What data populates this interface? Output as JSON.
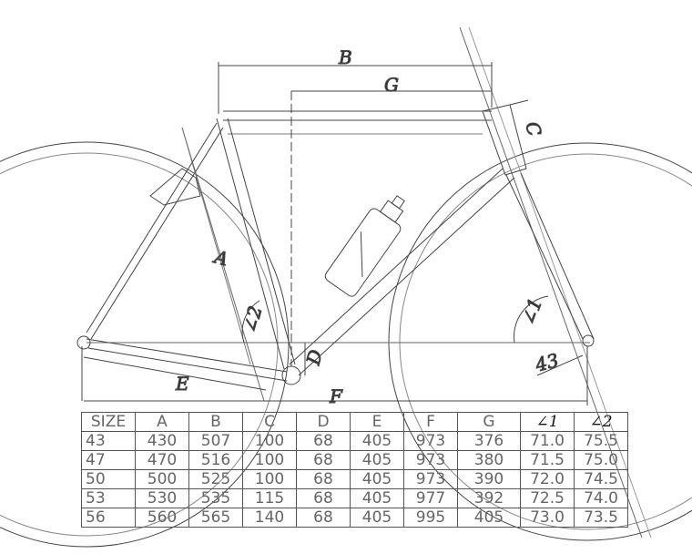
{
  "drawing_labels": {
    "A": "A",
    "B": "B",
    "C": "C",
    "D": "D",
    "E": "E",
    "F": "F",
    "G": "G",
    "angle1": "∠1",
    "angle2": "∠2",
    "fork_offset": "43"
  },
  "table": {
    "headers": [
      "SIZE",
      "A",
      "B",
      "C",
      "D",
      "E",
      "F",
      "G",
      "∠1",
      "∠2"
    ],
    "rows": [
      [
        "43",
        "430",
        "507",
        "100",
        "68",
        "405",
        "973",
        "376",
        "71.0",
        "75.5"
      ],
      [
        "47",
        "470",
        "516",
        "100",
        "68",
        "405",
        "973",
        "380",
        "71.5",
        "75.0"
      ],
      [
        "50",
        "500",
        "525",
        "100",
        "68",
        "405",
        "973",
        "390",
        "72.0",
        "74.5"
      ],
      [
        "53",
        "530",
        "535",
        "115",
        "68",
        "405",
        "977",
        "392",
        "72.5",
        "74.0"
      ],
      [
        "56",
        "560",
        "565",
        "140",
        "68",
        "405",
        "995",
        "405",
        "73.0",
        "73.5"
      ]
    ]
  }
}
